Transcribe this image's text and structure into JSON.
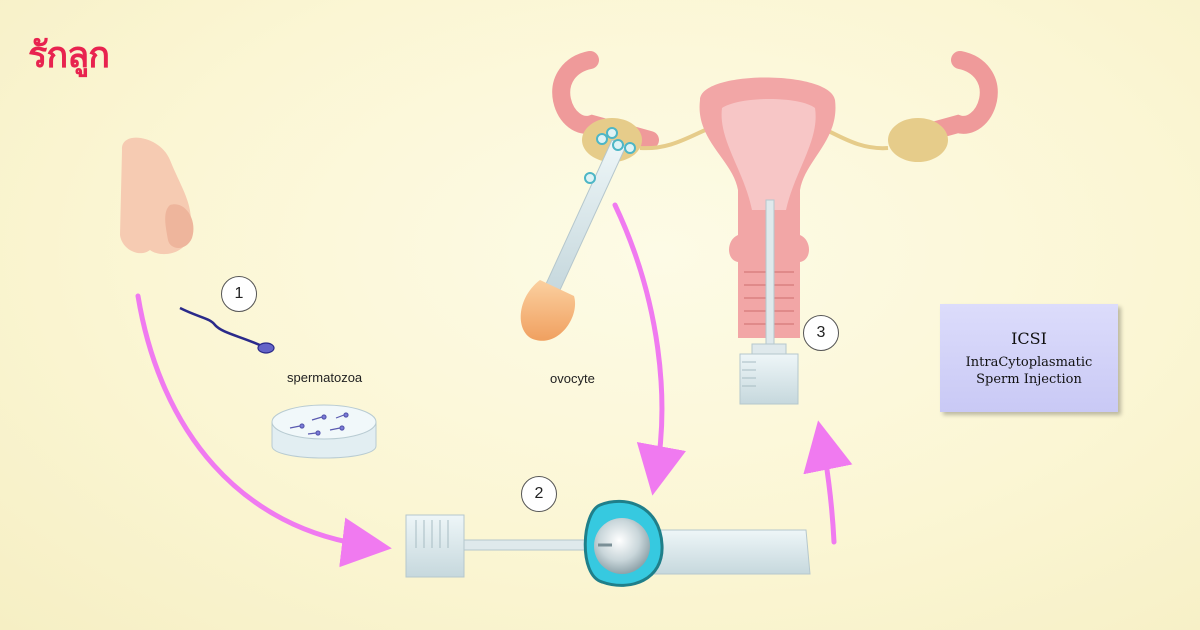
{
  "brand": {
    "logo_text": "รักลูก",
    "logo_color": "#e8234f"
  },
  "steps": [
    {
      "number": "1",
      "caption": "spermatozoa"
    },
    {
      "number": "2",
      "caption": ""
    },
    {
      "number": "3",
      "caption": ""
    }
  ],
  "ovocyte_label": "ovocyte",
  "info_box": {
    "title": "ICSI",
    "line1": "IntraCytoplasmatic",
    "line2": "Sperm Injection"
  },
  "colors": {
    "arrow": "#f07af0",
    "background": "#fbf6d4",
    "info_box": "#d4d4f8"
  },
  "icons": [
    "male-organ-illustration",
    "sperm-cell-icon",
    "petri-dish-icon",
    "pipette-icon",
    "uterus-illustration",
    "micro-injection-device",
    "oocyte-icon",
    "catheter-syringe-icon"
  ]
}
